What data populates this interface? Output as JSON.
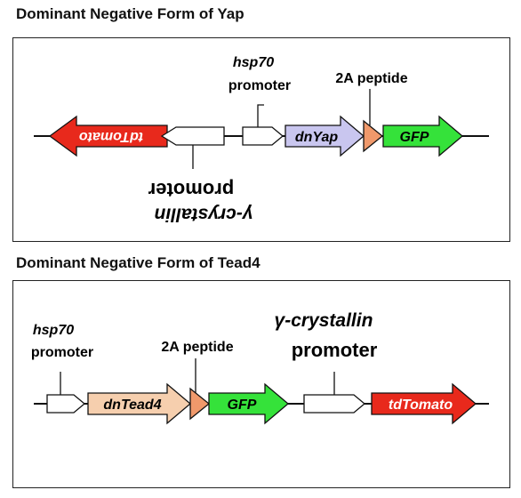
{
  "panel1": {
    "title": "Dominant Negative Form of Yap",
    "labels": {
      "hsp70_line1": "hsp70",
      "hsp70_line2": "promoter",
      "peptide": "2A peptide",
      "crystallin_line1": "γ-crystallin",
      "crystallin_line2": "promoter"
    },
    "genes": {
      "tdtomato": "tdTomato",
      "dnyap": "dnYap",
      "gfp": "GFP"
    }
  },
  "panel2": {
    "title": "Dominant Negative Form of Tead4",
    "labels": {
      "hsp70_line1": "hsp70",
      "hsp70_line2": "promoter",
      "peptide": "2A peptide",
      "crystallin_line1": "γ-crystallin",
      "crystallin_line2": "promoter"
    },
    "genes": {
      "dntead4": "dnTead4",
      "gfp": "GFP",
      "tdtomato": "tdTomato"
    }
  },
  "colors": {
    "tdtomato": "#e8291c",
    "gfp": "#35e23a",
    "dnyap": "#c9c6ef",
    "dntead4": "#f6cfae",
    "peptide": "#f0996b",
    "promoter": "#ffffff"
  }
}
